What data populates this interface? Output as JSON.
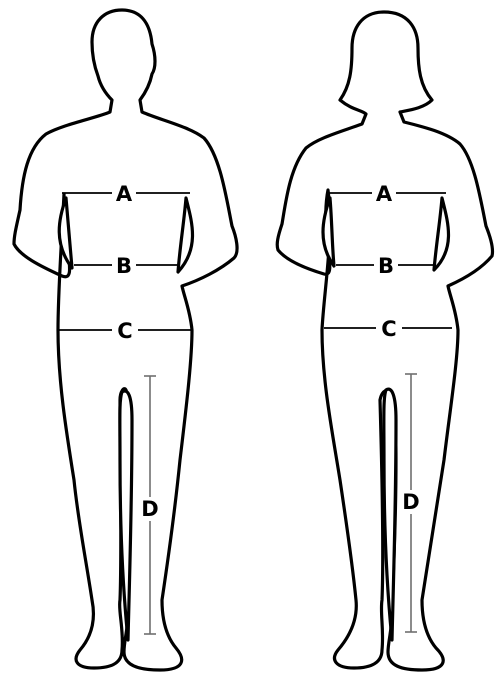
{
  "labels": {
    "a": "A",
    "b": "B",
    "c": "C",
    "d": "D"
  },
  "colors": {
    "outline": "#000000",
    "measure_line": "#000000",
    "leg_measure_line": "#6f6f6f",
    "background": "#ffffff"
  }
}
